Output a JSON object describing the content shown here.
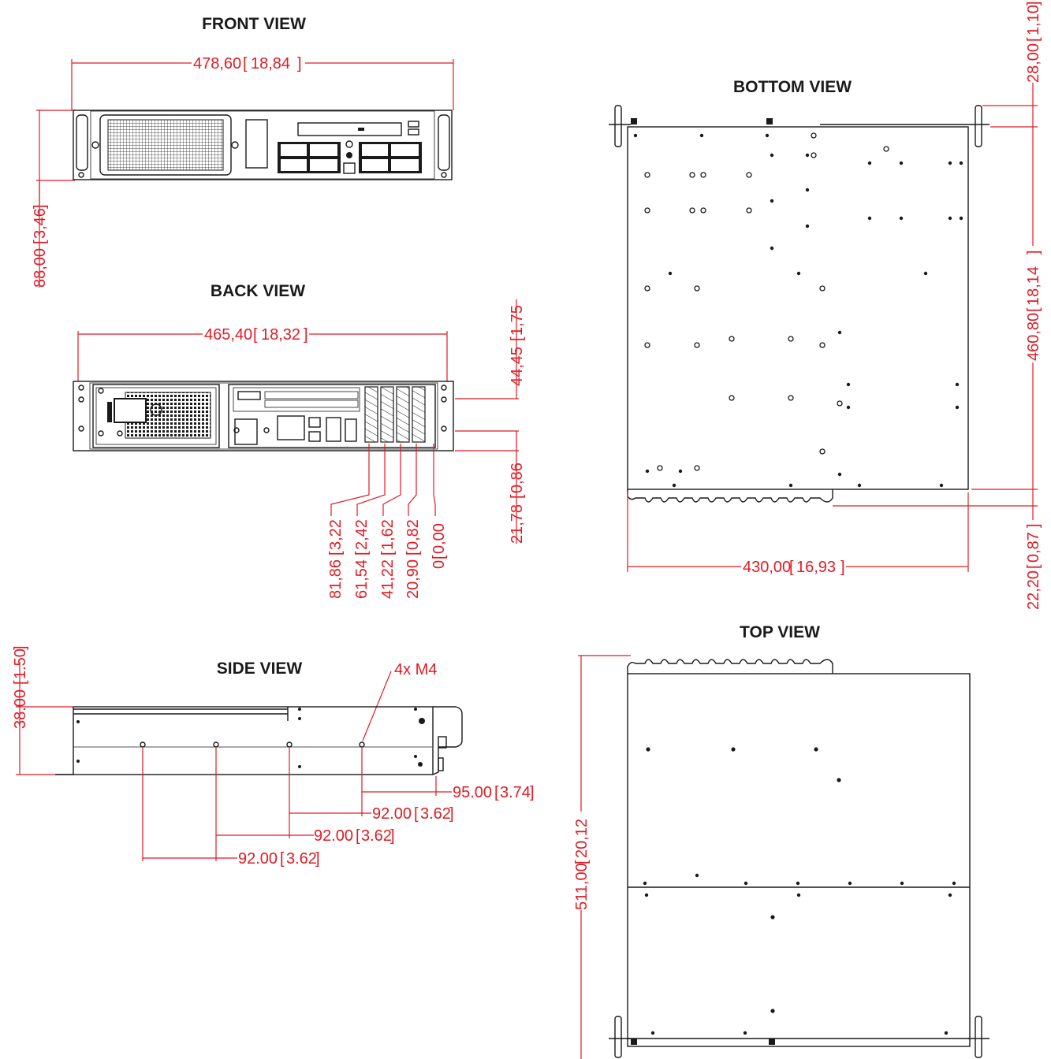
{
  "colors": {
    "dimension": "#e01b24",
    "outline": "#1a1a1a",
    "background": "#ffffff"
  },
  "front_view": {
    "title": "FRONT VIEW",
    "width_mm": "478,60",
    "width_in": "18,84",
    "height_mm": "88,00",
    "height_in": "3,46"
  },
  "back_view": {
    "title": "BACK VIEW",
    "width_mm": "465,40",
    "width_in": "18,32",
    "upper_mm": "44,45",
    "upper_in": "1,75",
    "lower_mm": "21,78",
    "lower_in": "0,86",
    "slots": [
      {
        "mm": "81,86",
        "in": "3,22"
      },
      {
        "mm": "61,54",
        "in": "2,42"
      },
      {
        "mm": "41,22",
        "in": "1,62"
      },
      {
        "mm": "20,90",
        "in": "0,82"
      },
      {
        "mm": "0",
        "in": "0,00"
      }
    ]
  },
  "bottom_view": {
    "title": "BOTTOM VIEW",
    "ear_mm": "28,00",
    "ear_in": "1,10",
    "depth_mm": "460,80",
    "depth_in": "18,14",
    "tab_mm": "22,20",
    "tab_in": "0,87",
    "width_mm": "430,00",
    "width_in": "16,93"
  },
  "side_view": {
    "title": "SIDE VIEW",
    "height_mm": "38.00",
    "height_in": "1.50",
    "screw_note": "4x M4",
    "d1_mm": "95.00",
    "d1_in": "3.74",
    "d2_mm": "92.00",
    "d2_in": "3.62",
    "d3_mm": "92.00",
    "d3_in": "3.62",
    "d4_mm": "92.00",
    "d4_in": "3.62"
  },
  "top_view": {
    "title": "TOP VIEW",
    "depth_mm": "511,00",
    "depth_in": "20,12"
  }
}
